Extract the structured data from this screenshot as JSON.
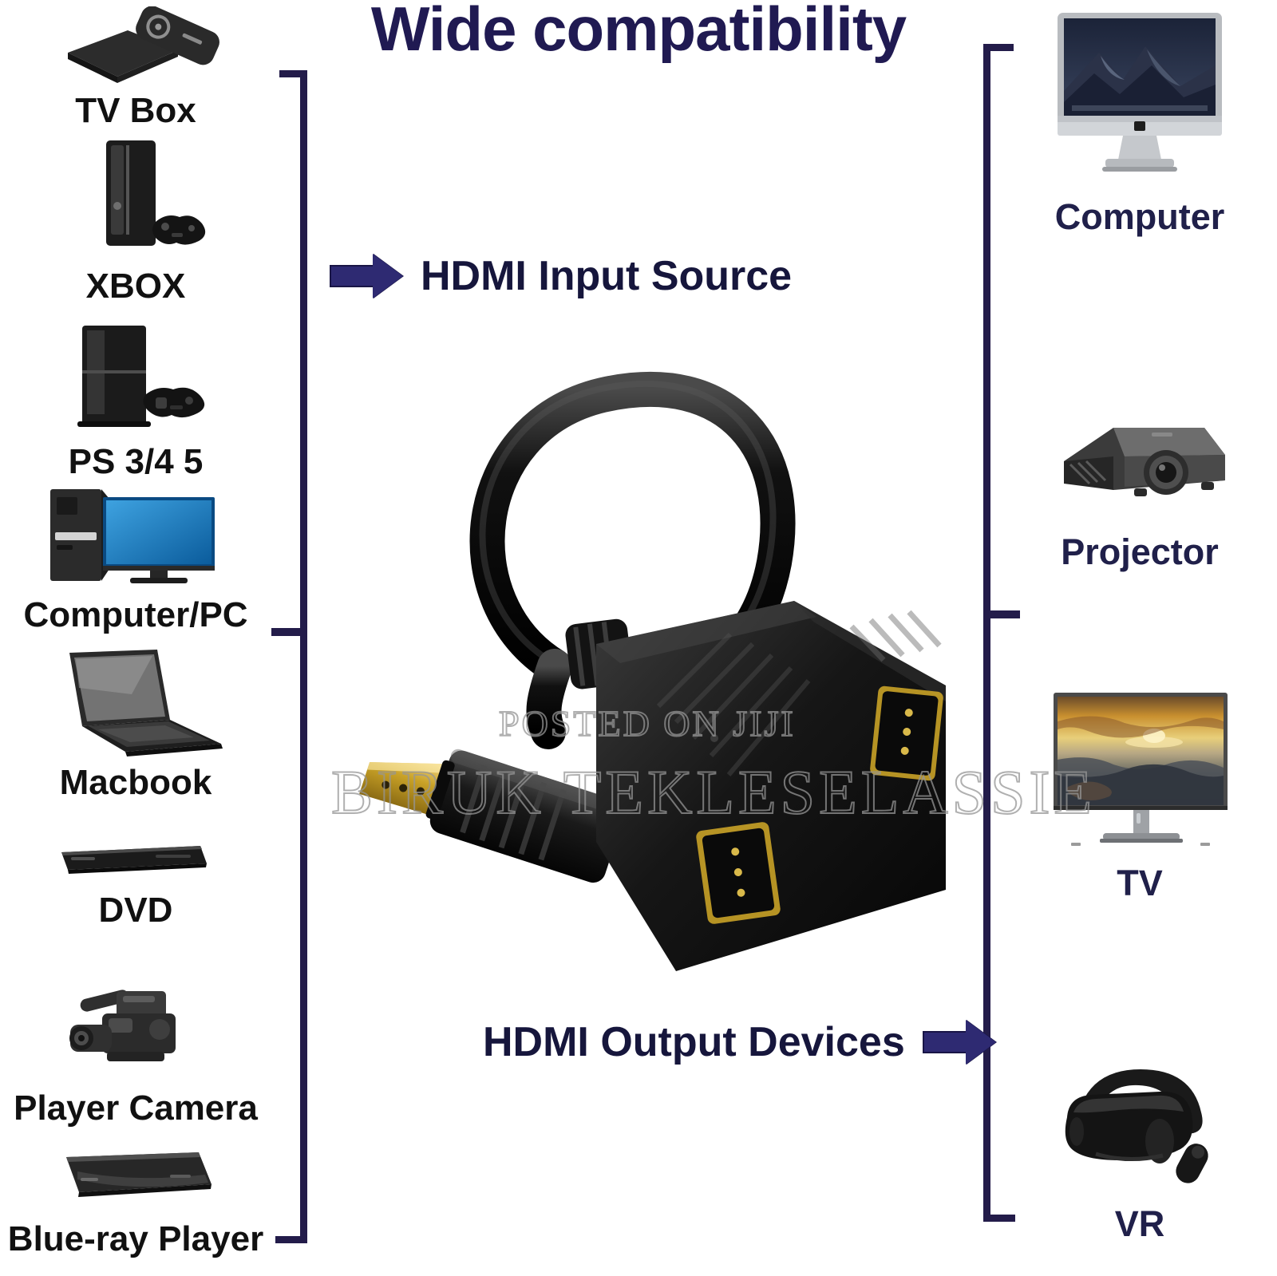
{
  "title": "Wide compatibility",
  "theme": {
    "bracket_color": "#231c4a",
    "title_color": "#201a52",
    "arrow_color": "#2e2a72",
    "label_color": "#111111",
    "right_label_color": "#20204a",
    "background": "#ffffff"
  },
  "input_sources": {
    "caption": "HDMI Input Source",
    "arrow": "arrow-right-icon",
    "items": [
      {
        "label": "TV Box",
        "icon": "tv-box-icon"
      },
      {
        "label": "XBOX",
        "icon": "xbox-console-icon"
      },
      {
        "label": "PS 3/4 5",
        "icon": "playstation-console-icon"
      },
      {
        "label": "Computer/PC",
        "icon": "desktop-computer-icon"
      },
      {
        "label": "Macbook",
        "icon": "laptop-icon"
      },
      {
        "label": "DVD",
        "icon": "dvd-player-icon"
      },
      {
        "label": "Player Camera",
        "icon": "video-camera-icon"
      },
      {
        "label": "Blue-ray Player",
        "icon": "bluray-player-icon"
      }
    ]
  },
  "output_devices": {
    "caption": "HDMI Output Devices",
    "arrow": "arrow-right-icon",
    "items": [
      {
        "label": "Computer",
        "icon": "imac-desktop-icon"
      },
      {
        "label": "Projector",
        "icon": "projector-icon"
      },
      {
        "label": "TV",
        "icon": "tv-monitor-icon"
      },
      {
        "label": "VR",
        "icon": "vr-headset-icon"
      }
    ]
  },
  "product": {
    "name": "hdmi-splitter-cable",
    "description": "1 male HDMI to 2 female HDMI splitter adapter cable",
    "connector_plating": "#c9a227"
  },
  "watermarks": {
    "line1": "POSTED ON JIJI",
    "line2": "BIRUK TEKLESELASSIE"
  }
}
